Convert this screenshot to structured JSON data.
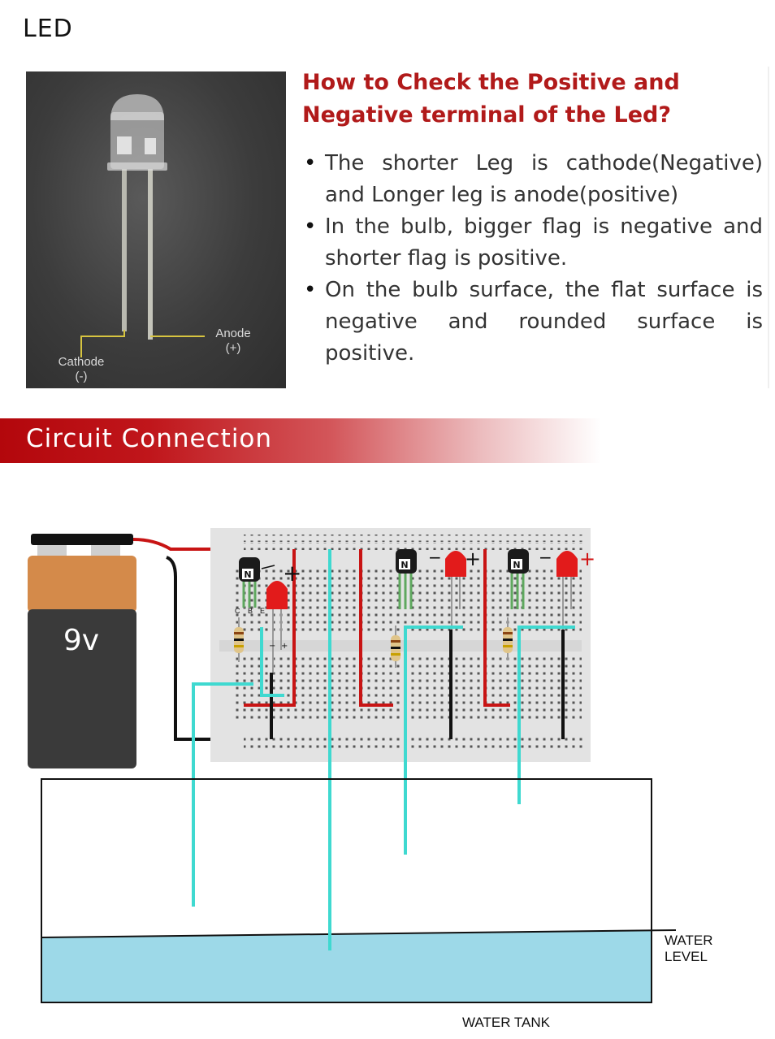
{
  "page": {
    "title": "LED"
  },
  "led_photo": {
    "anode_label": "Anode",
    "anode_sign": "(+)",
    "cathode_label": "Cathode",
    "cathode_sign": "(-)"
  },
  "info": {
    "heading_line1": "How to Check the Positive and",
    "heading_line2": "Negative terminal of the Led?",
    "bullets": [
      "The shorter Leg is cathode(Negative) and Longer leg is anode(positive)",
      "In the bulb, bigger flag is negative and shorter flag is positive.",
      "On the bulb surface, the flat surface is negative and rounded surface is positive."
    ],
    "bullet_symbol": "•"
  },
  "section": {
    "title": "Circuit Connection"
  },
  "circuit": {
    "battery_label": "9v",
    "transistor_label": "N",
    "plus_sign": "+",
    "minus_sign": "−",
    "pin_labels": [
      "C",
      "B",
      "E"
    ],
    "water_level_line1": "WATER",
    "water_level_line2": "LEVEL",
    "tank_label": "WATER TANK",
    "colors": {
      "wire_red": "#c81414",
      "wire_black": "#111111",
      "wire_cyan": "#3fd9d0",
      "water": "#9dd9e8",
      "breadboard": "#e3e3e3",
      "battery_top": "#d48a4a",
      "battery_body": "#3a3a3a",
      "led_red": "#e21b1b"
    }
  }
}
